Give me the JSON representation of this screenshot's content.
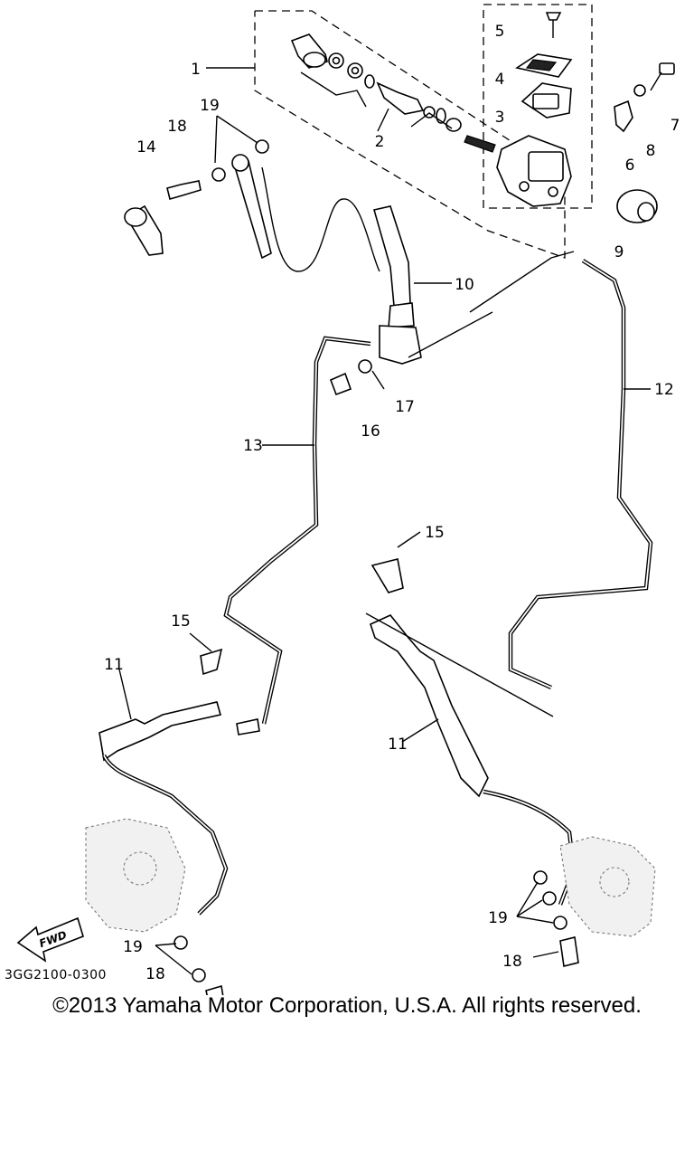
{
  "diagram": {
    "callouts": {
      "p1": "1",
      "p2": "2",
      "p3": "3",
      "p4": "4",
      "p5": "5",
      "p6": "6",
      "p7": "7",
      "p8": "8",
      "p9": "9",
      "p10": "10",
      "p11": "11",
      "p12": "12",
      "p13": "13",
      "p14": "14",
      "p15": "15",
      "p16": "16",
      "p17": "17",
      "p18": "18",
      "p19": "19"
    },
    "fwd_label": "FWD",
    "diagram_code": "3GG2100-0300"
  },
  "footer": {
    "copyright": "©2013 Yamaha Motor Corporation, U.S.A. All rights reserved."
  },
  "colors": {
    "ink": "#000000",
    "paper": "#ffffff"
  }
}
